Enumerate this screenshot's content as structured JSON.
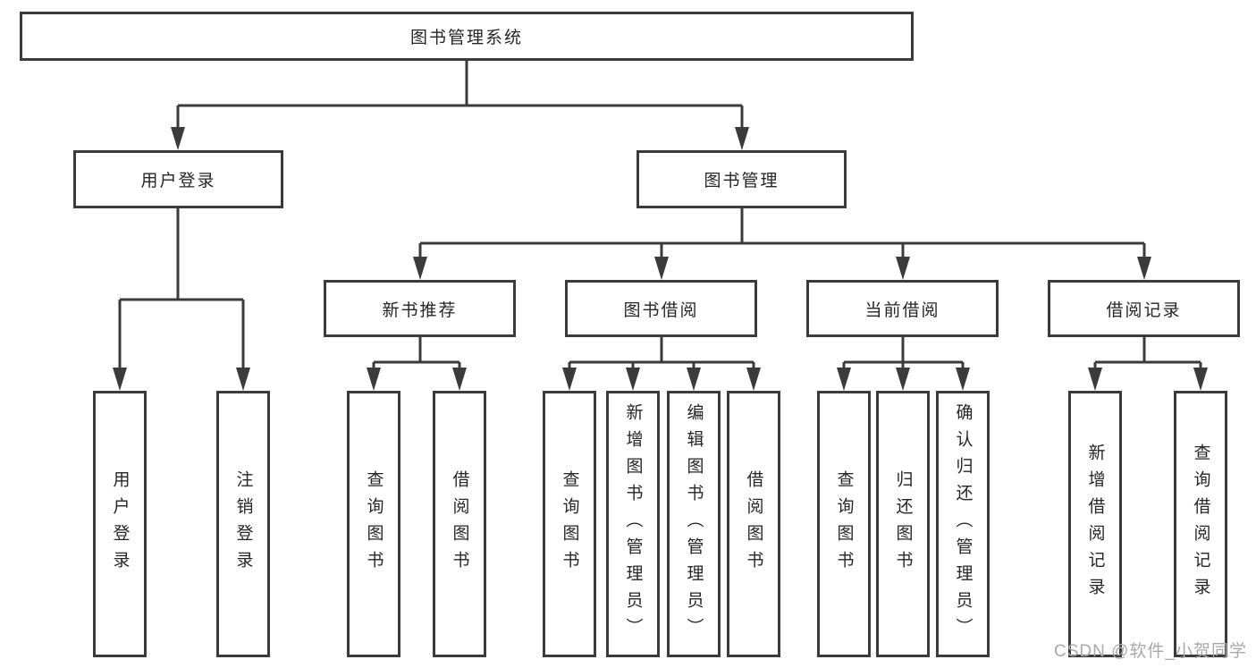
{
  "diagram": {
    "root": {
      "label": "图书管理系统"
    },
    "level2": [
      {
        "label": "用户登录"
      },
      {
        "label": "图书管理"
      }
    ],
    "level3": [
      {
        "label": "新书推荐"
      },
      {
        "label": "图书借阅"
      },
      {
        "label": "当前借阅"
      },
      {
        "label": "借阅记录"
      }
    ],
    "level4": [
      {
        "label": "用户登录"
      },
      {
        "label": "注销登录"
      },
      {
        "label": "查询图书"
      },
      {
        "label": "借阅图书"
      },
      {
        "label": "查询图书"
      },
      {
        "label": "新增图书（管理员）"
      },
      {
        "label": "编辑图书（管理员）"
      },
      {
        "label": "借阅图书"
      },
      {
        "label": "查询图书"
      },
      {
        "label": "归还图书"
      },
      {
        "label": "确认归还（管理员）"
      },
      {
        "label": "新增借阅记录"
      },
      {
        "label": "查询借阅记录"
      }
    ],
    "watermark": "CSDN @软件_小贺同学",
    "colors": {
      "line": "#3b3b3b",
      "text": "#262626",
      "watermark": "#a9a9a9",
      "background": "#ffffff"
    }
  }
}
